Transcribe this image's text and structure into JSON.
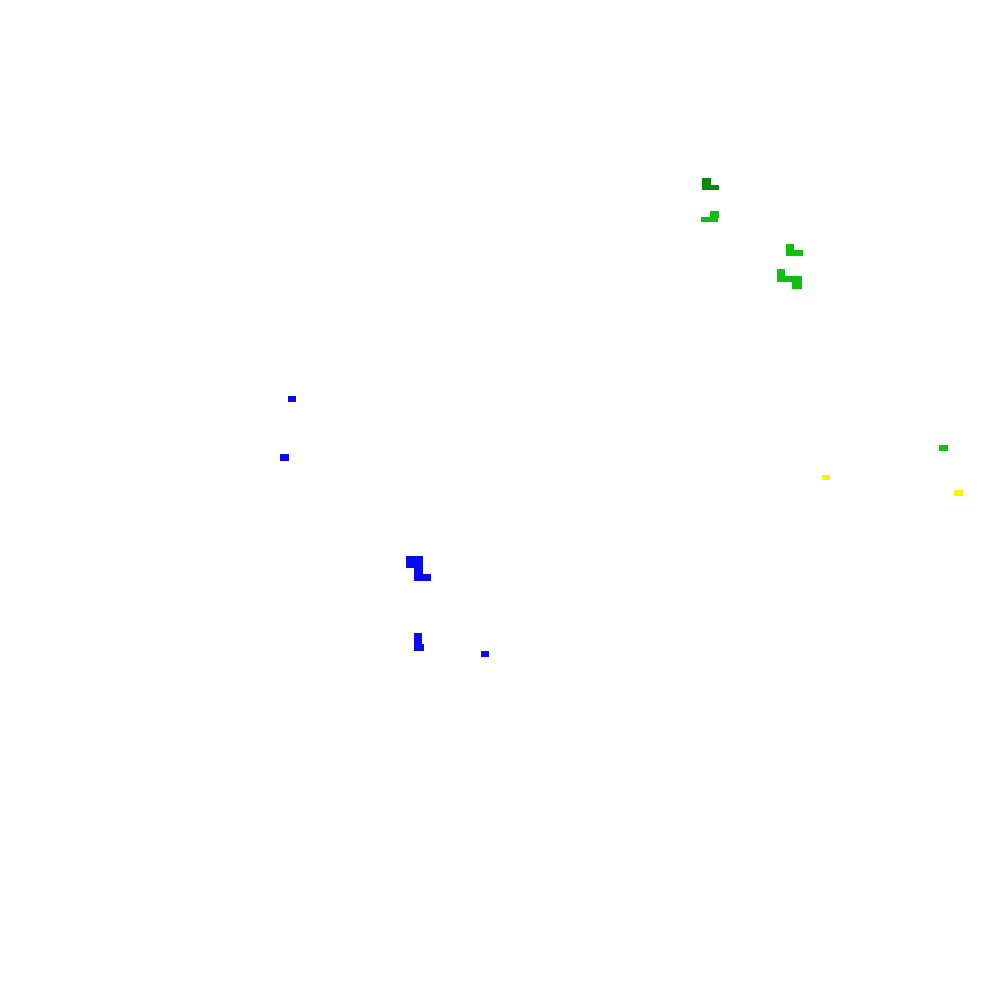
{
  "canvas": {
    "background": "#ffffff"
  },
  "palette": {
    "dark_green": "#0a8a0a",
    "green": "#10c010",
    "blue": "#0a0aee",
    "yellow": "#f5f500"
  },
  "clusters": [
    {
      "name": "dark-green-l-shape",
      "color_key": "dark_green"
    },
    {
      "name": "green-hook-shape",
      "color_key": "green"
    },
    {
      "name": "green-l-shape-small",
      "color_key": "green"
    },
    {
      "name": "green-l-shape-large",
      "color_key": "green"
    },
    {
      "name": "green-dot",
      "color_key": "green"
    },
    {
      "name": "yellow-dot-left",
      "color_key": "yellow"
    },
    {
      "name": "yellow-dot-right",
      "color_key": "yellow"
    },
    {
      "name": "blue-dot-upper",
      "color_key": "blue"
    },
    {
      "name": "blue-dot-middle",
      "color_key": "blue"
    },
    {
      "name": "blue-z-shape",
      "color_key": "blue"
    },
    {
      "name": "blue-bar-shape",
      "color_key": "blue"
    },
    {
      "name": "blue-dot-lower",
      "color_key": "blue"
    }
  ]
}
